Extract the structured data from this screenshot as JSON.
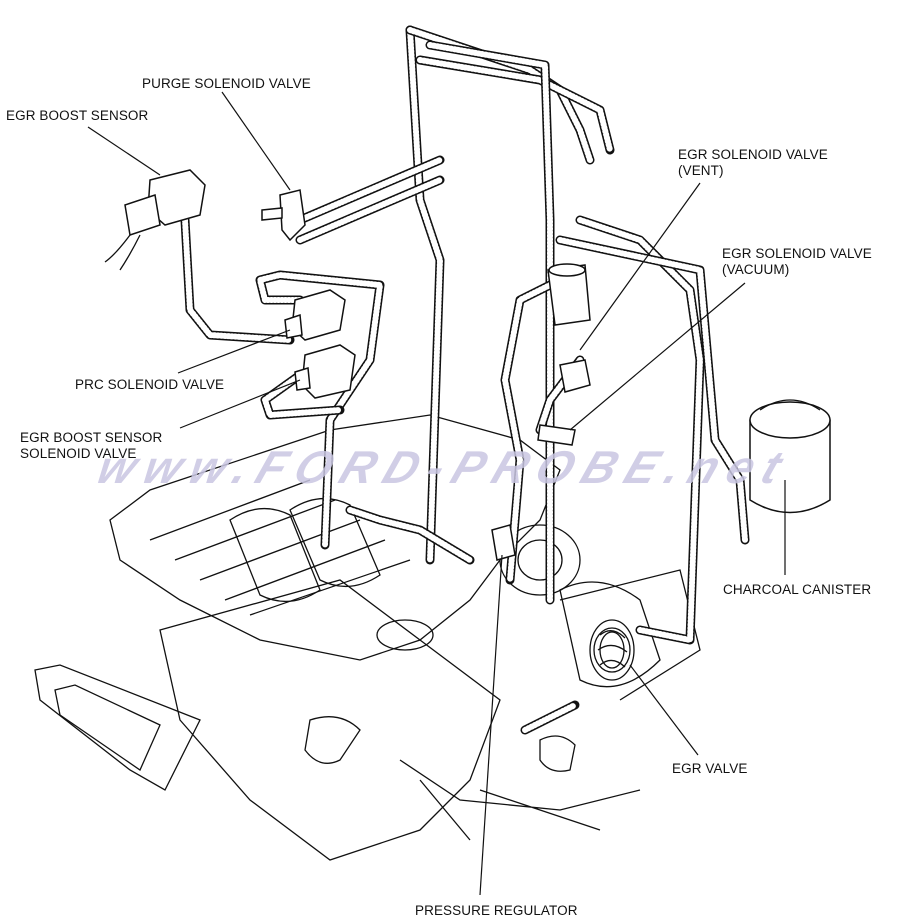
{
  "watermark": "www.FORD-PROBE.net",
  "labels": {
    "purge_solenoid_valve": "PURGE SOLENOID VALVE",
    "egr_boost_sensor": "EGR BOOST SENSOR",
    "prc_solenoid_valve": "PRC SOLENOID VALVE",
    "egr_boost_sensor_solenoid_valve_line1": "EGR BOOST SENSOR",
    "egr_boost_sensor_solenoid_valve_line2": "SOLENOID VALVE",
    "egr_solenoid_valve_vent_line1": "EGR SOLENOID VALVE",
    "egr_solenoid_valve_vent_line2": "(VENT)",
    "egr_solenoid_valve_vacuum_line1": "EGR SOLENOID VALVE",
    "egr_solenoid_valve_vacuum_line2": "(VACUUM)",
    "charcoal_canister": "CHARCOAL CANISTER",
    "egr_valve": "EGR VALVE",
    "pressure_regulator": "PRESSURE REGULATOR"
  }
}
